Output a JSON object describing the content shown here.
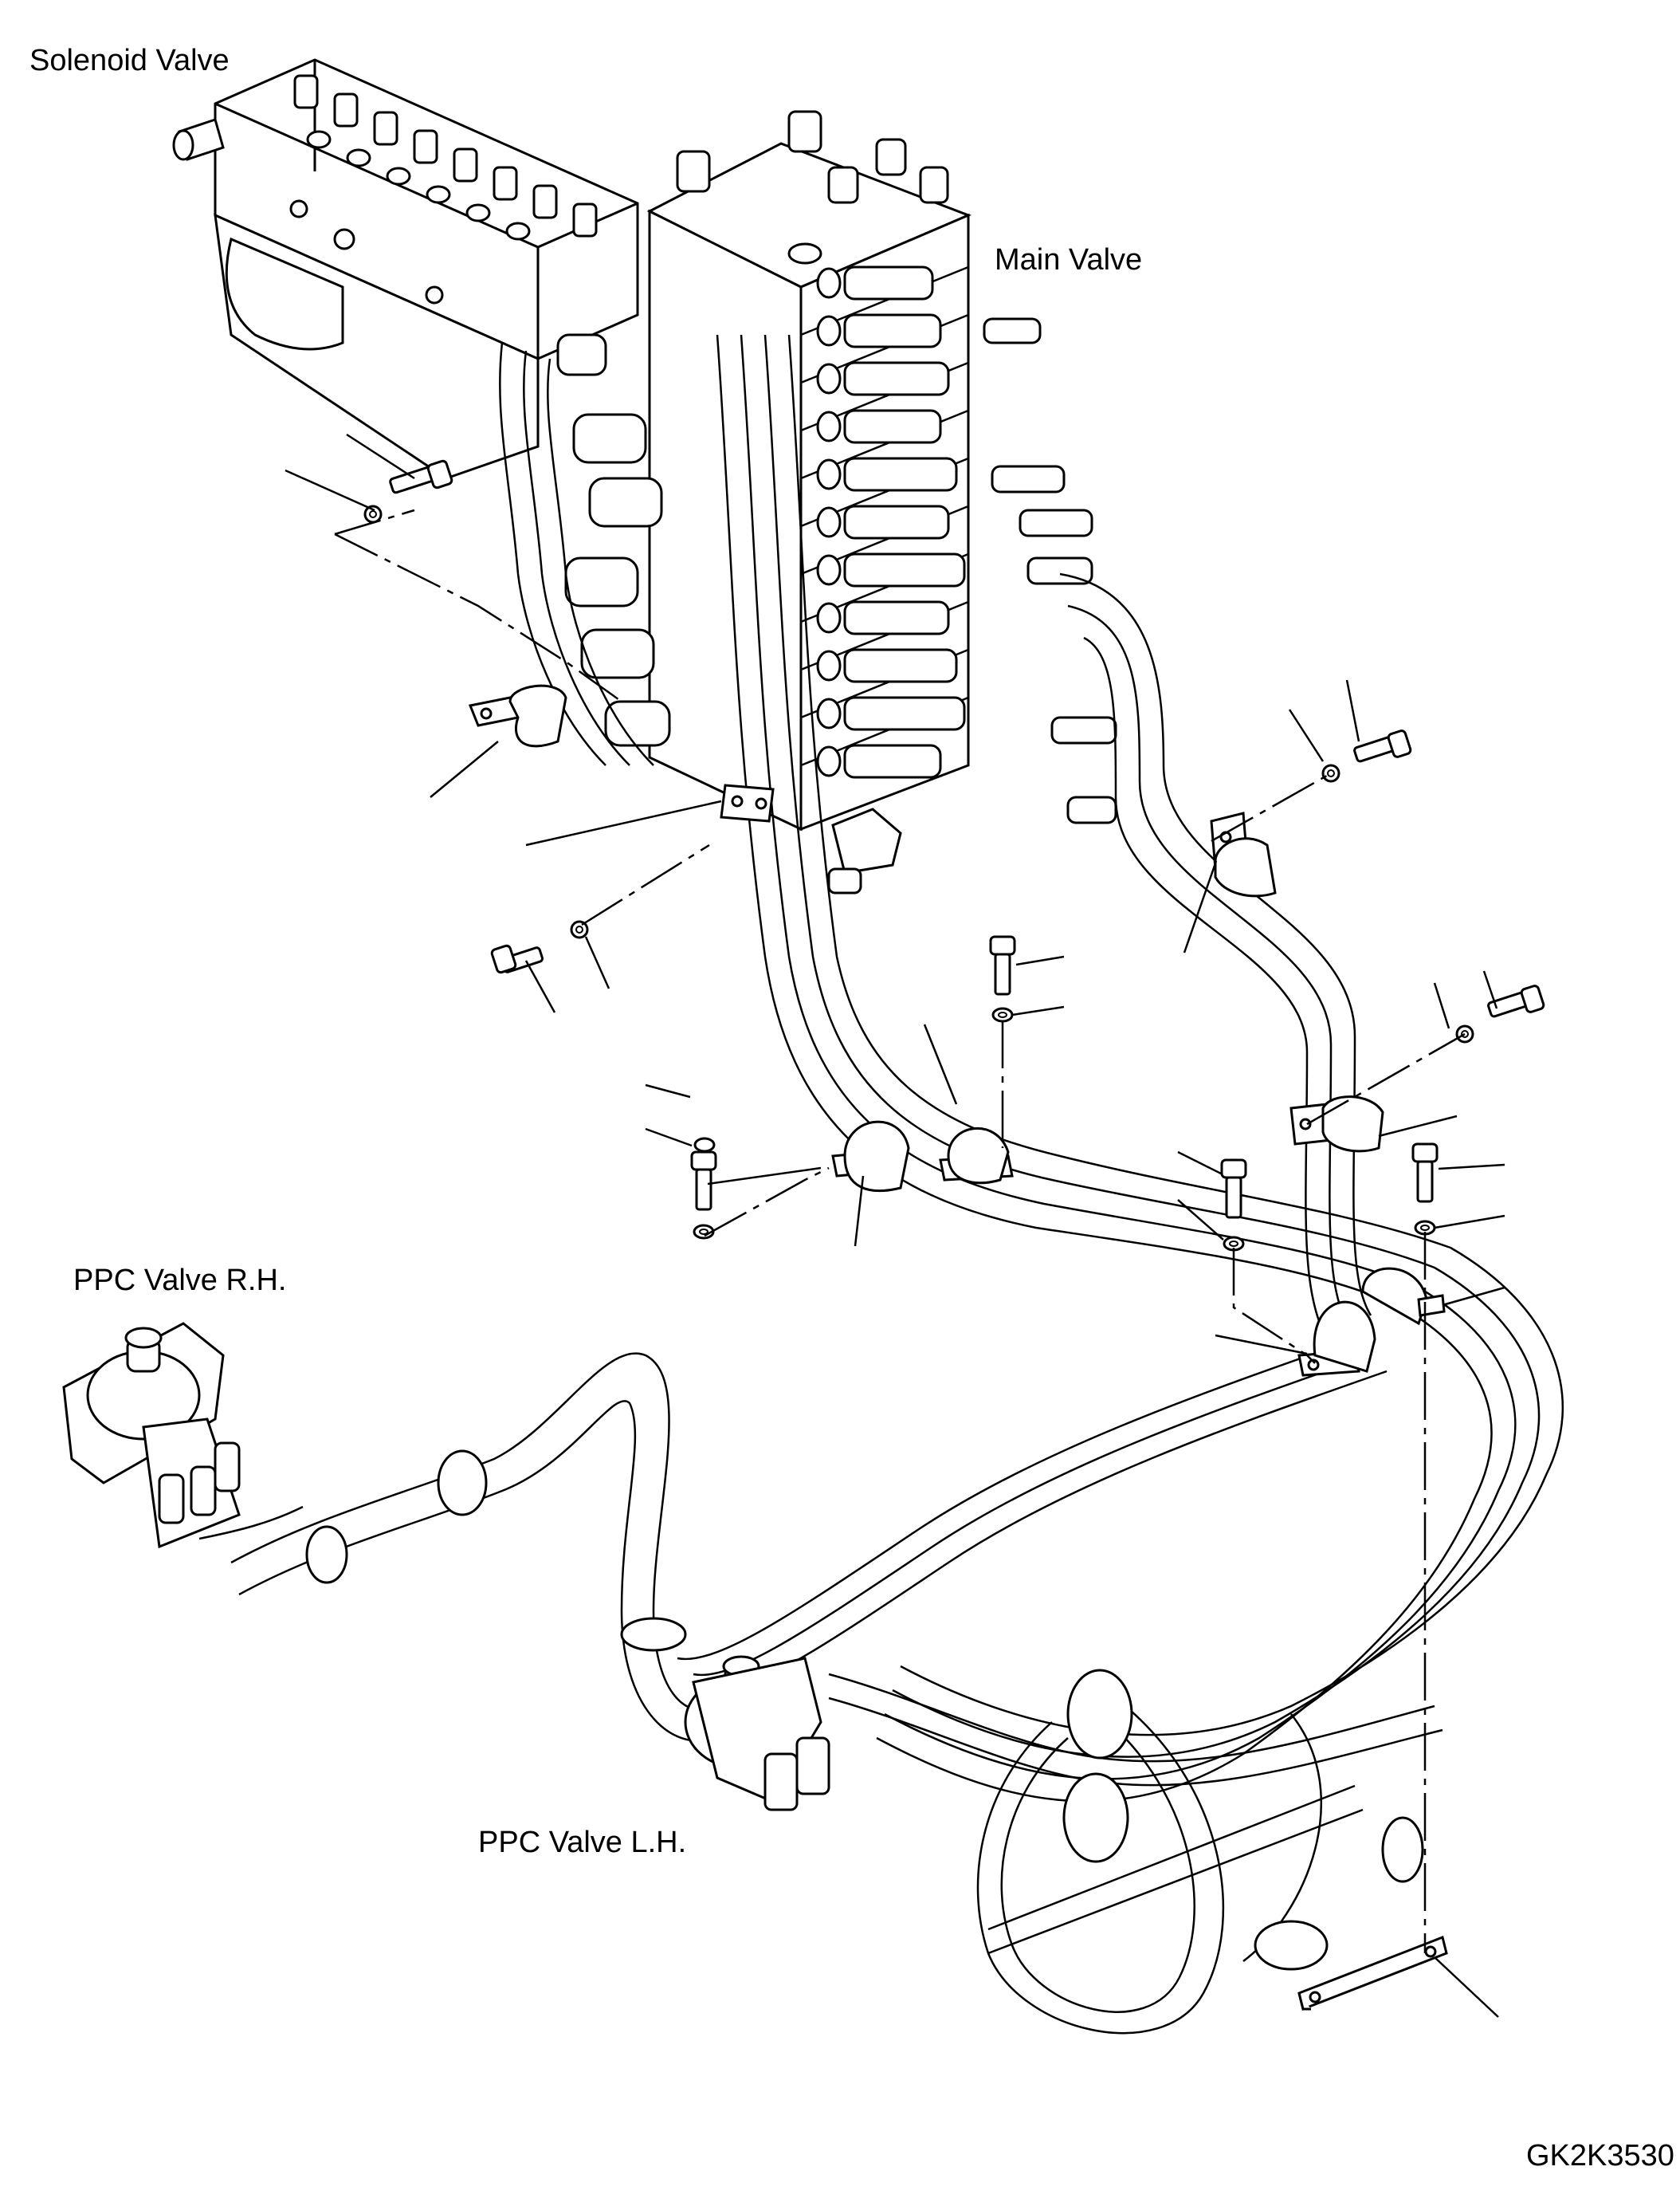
{
  "labels": {
    "solenoid_valve": "Solenoid Valve",
    "main_valve": "Main Valve",
    "ppc_valve_rh": "PPC Valve R.H.",
    "ppc_valve_lh": "PPC Valve L.H."
  },
  "drawing_number": "GK2K3530",
  "colors": {
    "line": "#000000",
    "background": "#ffffff"
  }
}
